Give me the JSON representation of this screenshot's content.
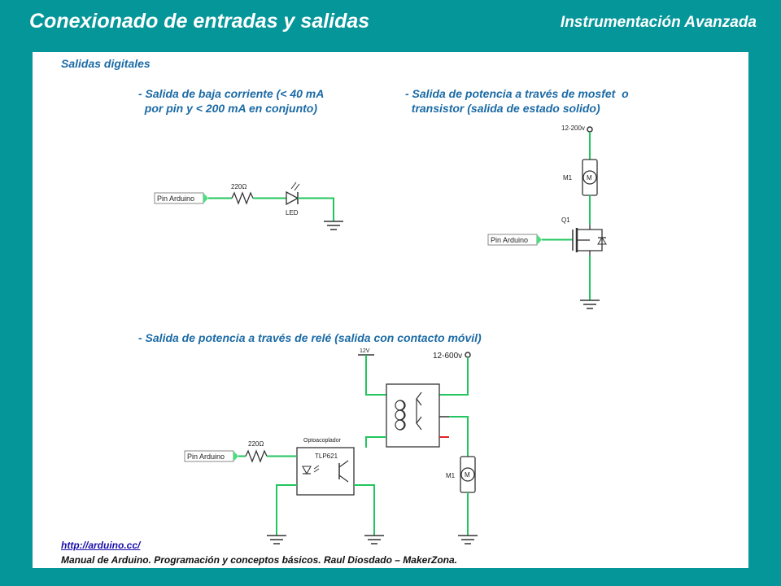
{
  "header": {
    "title": "Conexionado de entradas y salidas",
    "subtitle": "Instrumentación Avanzada"
  },
  "section_title": "Salidas digitales",
  "bullets": {
    "low_current": "- Salida de baja corriente (< 40 mA\n  por pin y < 200 mA en conjunto)",
    "mosfet": "- Salida de potencia a través de mosfet  o\n  transistor (salida de estado solido)",
    "relay": "- Salida de potencia a través de relé (salida con contacto móvil)"
  },
  "diagram_labels": {
    "pin_arduino": "Pin Arduino",
    "resistor": "220Ω",
    "led": "LED",
    "supply_mosfet": "12-200v",
    "motor_ref": "M1",
    "motor_symbol": "M",
    "transistor_ref": "Q1",
    "supply_12v": "12V",
    "supply_relay": "12-600v",
    "optocoupler": "Optoacoplador",
    "optocoupler_part": "TLP621"
  },
  "footer": {
    "link": "http://arduino.cc/",
    "reference": "Manual de Arduino. Programación y conceptos básicos. Raul Diosdado – MakerZona."
  },
  "colors": {
    "background": "#05969a",
    "text_blue": "#1b6aa5",
    "wire_green": "#22c55e",
    "relay_red": "#dc2626"
  }
}
